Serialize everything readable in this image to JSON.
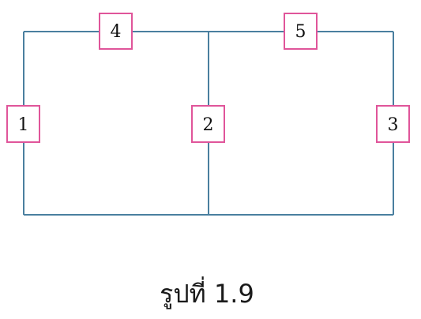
{
  "elements": [
    {
      "id": "1",
      "label": "1"
    },
    {
      "id": "2",
      "label": "2"
    },
    {
      "id": "3",
      "label": "3"
    },
    {
      "id": "4",
      "label": "4"
    },
    {
      "id": "5",
      "label": "5"
    }
  ],
  "caption": "รูปที่ 1.9",
  "colors": {
    "wire": "#4a7f9f",
    "box_border": "#e0559a",
    "text": "#111111"
  }
}
